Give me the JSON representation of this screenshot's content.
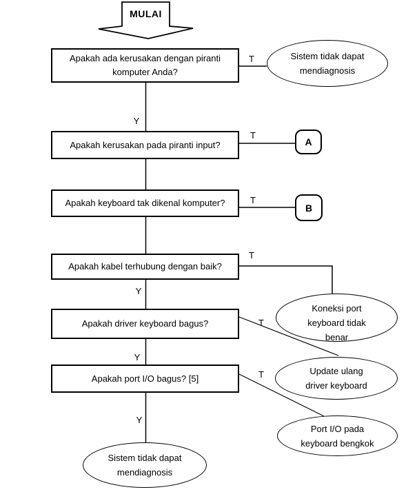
{
  "flow": {
    "start_label": "MULAI",
    "branch_true": "T",
    "branch_yes": "Y",
    "decisions": [
      {
        "lines": [
          "Apakah ada kerusakan dengan piranti",
          "komputer Anda?"
        ]
      },
      {
        "lines": [
          "Apakah kerusakan  pada piranti input?"
        ]
      },
      {
        "lines": [
          "Apakah keyboard tak dikenal komputer?"
        ]
      },
      {
        "lines": [
          "Apakah kabel  terhubung dengan baik?"
        ]
      },
      {
        "lines": [
          "Apakah driver keyboard bagus?"
        ]
      },
      {
        "lines": [
          "Apakah port I/O bagus? [5]"
        ]
      }
    ],
    "connectors": {
      "a": "A",
      "b": "B"
    },
    "terminals": {
      "no_diagnosis_top": {
        "lines": [
          "Sistem tidak dapat",
          "mendiagnosis"
        ]
      },
      "koneksi": {
        "lines": [
          "Koneksi port",
          "keyboard tidak",
          "benar"
        ]
      },
      "update": {
        "lines": [
          "Update ulang",
          "driver keyboard"
        ]
      },
      "port": {
        "lines": [
          "Port I/O pada",
          "keyboard bengkok"
        ]
      },
      "no_diagnosis_bottom": {
        "lines": [
          "Sistem tidak dapat",
          "mendiagnosis"
        ]
      }
    }
  }
}
